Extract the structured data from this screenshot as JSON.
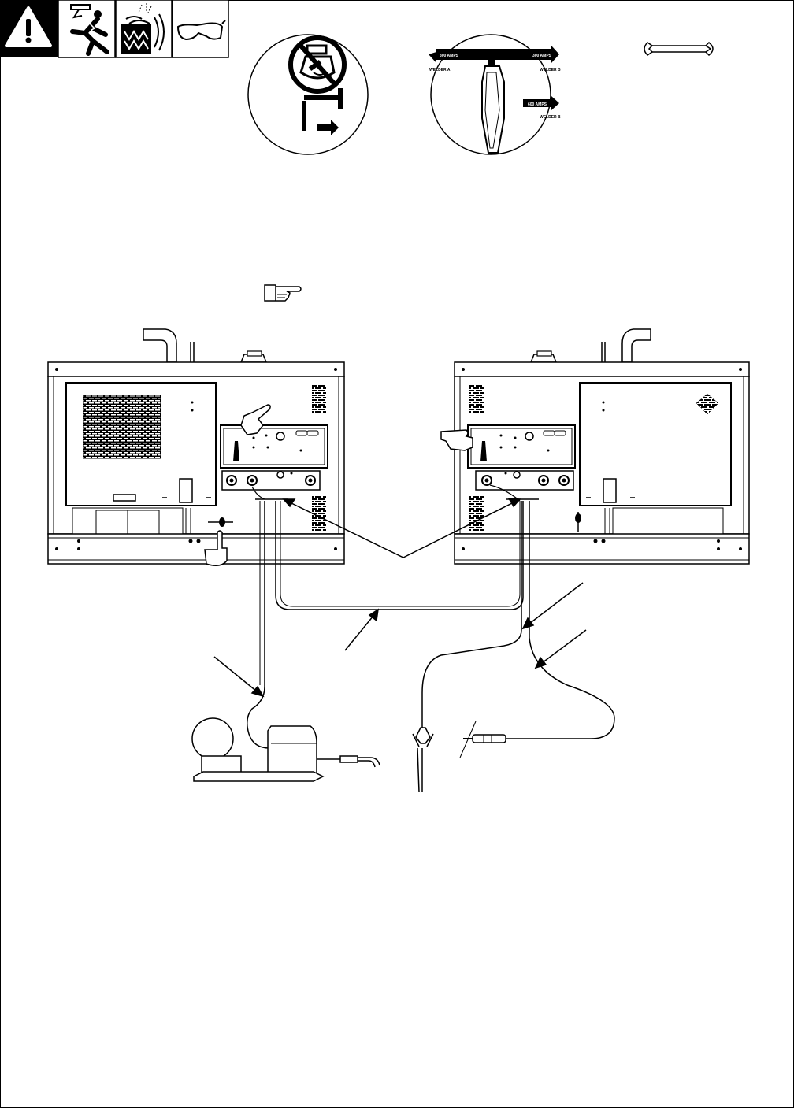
{
  "page": {
    "colors": {
      "ink": "#000000",
      "paper": "#ffffff"
    }
  },
  "safety_symbols": {
    "icons": [
      "warning-triangle-icon",
      "electric-shock-icon",
      "hot-parts-icon",
      "safety-glasses-icon"
    ]
  },
  "arrow_label": {
    "amps_left": "300 AMPS",
    "amps_right": "300 AMPS",
    "amps_single": "600 AMPS",
    "welder_a": "WELDER A",
    "welder_b": "WELDER B",
    "welder_b_bottom": "WELDER B"
  },
  "tools": {
    "icons": [
      "wrench-icon"
    ]
  }
}
